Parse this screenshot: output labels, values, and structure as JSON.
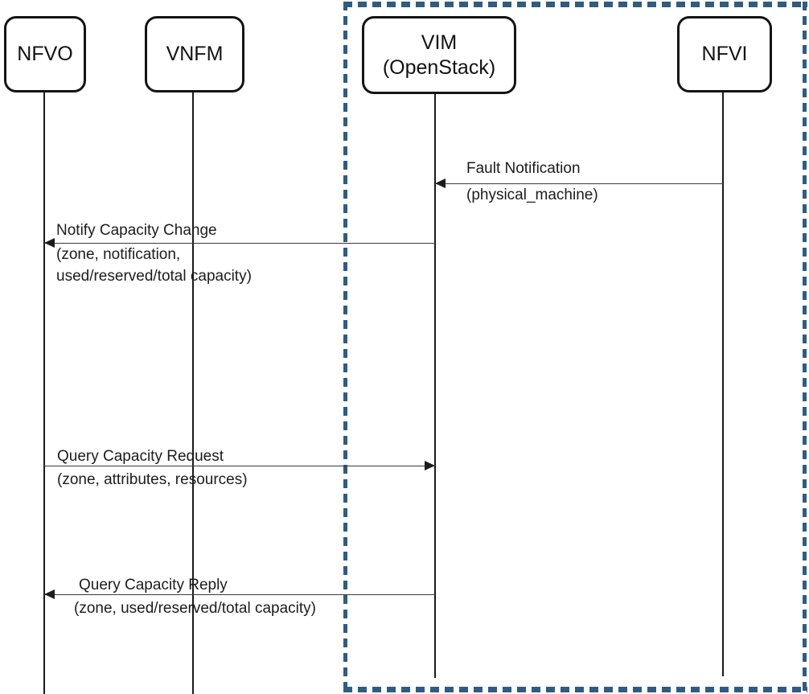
{
  "diagram_type": "sequence",
  "actors": {
    "nfvo": {
      "label": "NFVO"
    },
    "vnfm": {
      "label": "VNFM"
    },
    "vim": {
      "label": "VIM",
      "sublabel": "(OpenStack)"
    },
    "nfvi": {
      "label": "NFVI"
    }
  },
  "messages": {
    "fault_notification": {
      "title": "Fault Notification",
      "params": "(physical_machine)",
      "from": "NFVI",
      "to": "VIM (OpenStack)",
      "arrow_direction": "left"
    },
    "notify_capacity_change": {
      "title": "Notify Capacity Change",
      "params_line1": "(zone, notification,",
      "params_line2": "used/reserved/total capacity)",
      "from": "VIM (OpenStack)",
      "to": "NFVO",
      "arrow_direction": "left"
    },
    "query_capacity_request": {
      "title": "Query Capacity Request",
      "params": "(zone, attributes, resources)",
      "from": "NFVO",
      "to": "VIM (OpenStack)",
      "arrow_direction": "right"
    },
    "query_capacity_reply": {
      "title": "Query Capacity Reply",
      "params": "(zone, used/reserved/total capacity)",
      "from": "VIM (OpenStack)",
      "to": "NFVO",
      "arrow_direction": "left"
    }
  },
  "boundary": {
    "encloses": [
      "VIM (OpenStack)",
      "NFVI"
    ],
    "color": "#305c80",
    "style": "dashed"
  }
}
